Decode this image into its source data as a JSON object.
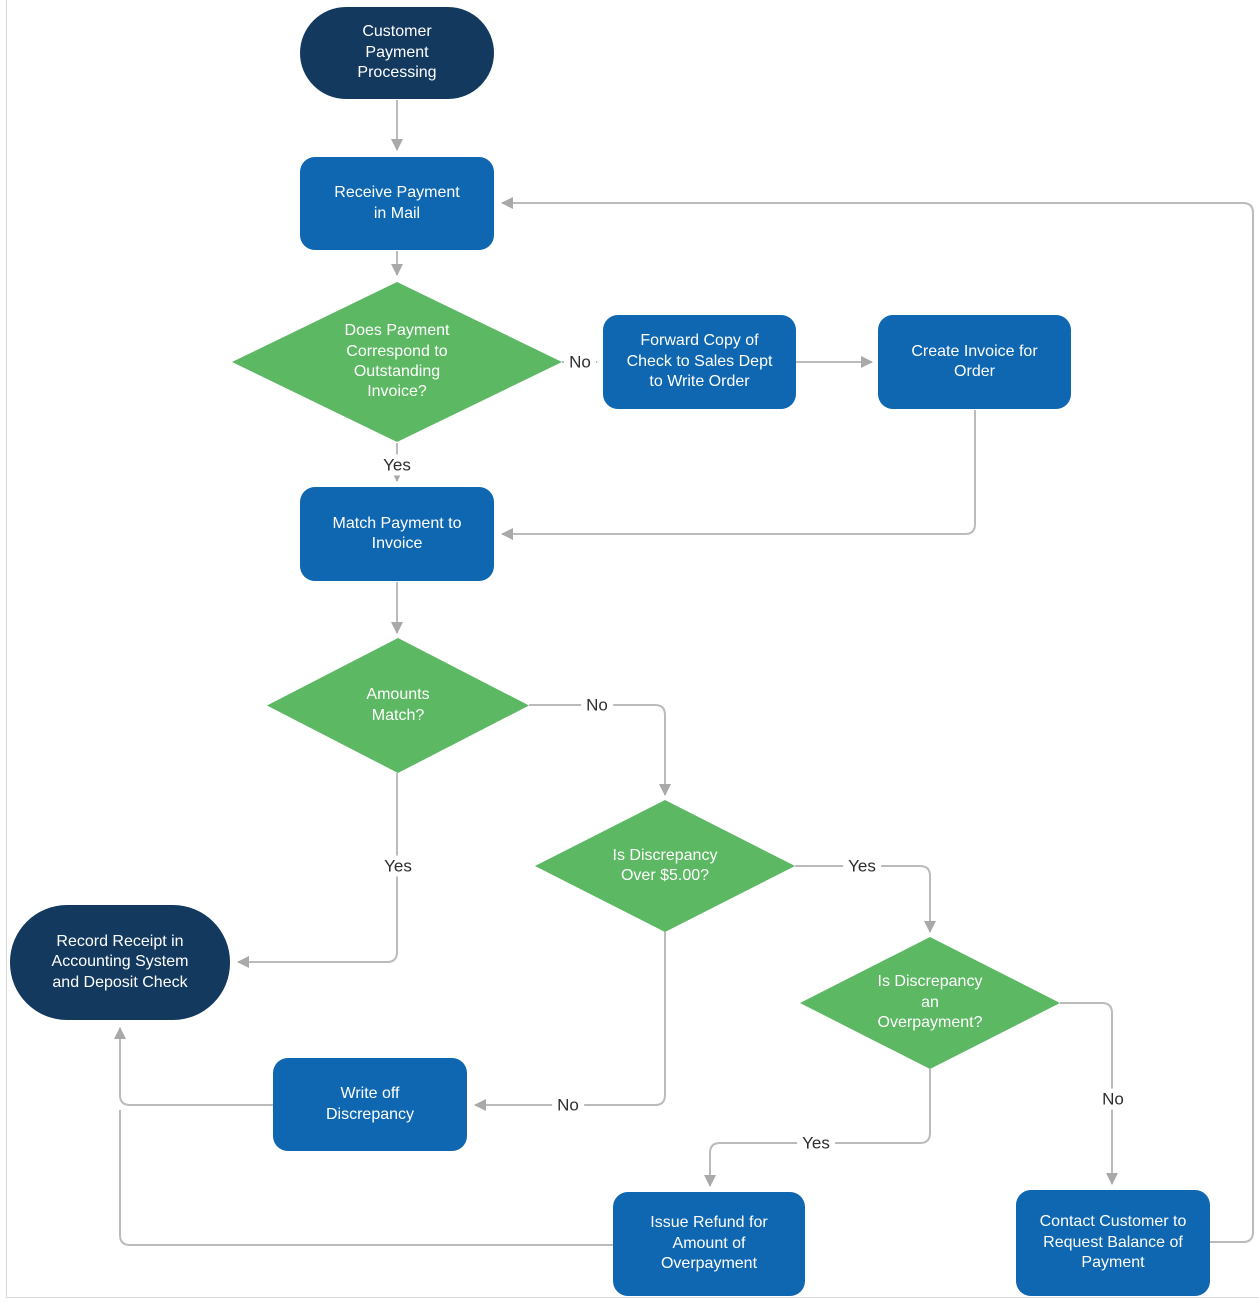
{
  "diagram_title": "Customer Payment Processing",
  "colors": {
    "node_terminator": "#14395F",
    "node_process": "#0E67B0",
    "node_decision": "#5CB863",
    "connector": "#BBBBBB",
    "arrowhead": "#A9A9A9",
    "label_text": "#2E2E2E",
    "node_text": "#FFFFFF"
  },
  "nodes": {
    "start": {
      "type": "terminator",
      "label": "Customer Payment Processing"
    },
    "receive_payment": {
      "type": "process",
      "label": "Receive Payment in Mail"
    },
    "payment_corresponds": {
      "type": "decision",
      "label": "Does Payment Correspond to Outstanding Invoice?"
    },
    "forward_copy": {
      "type": "process",
      "label": "Forward Copy of Check to Sales Dept to Write Order"
    },
    "create_invoice": {
      "type": "process",
      "label": "Create Invoice for Order"
    },
    "match_payment": {
      "type": "process",
      "label": "Match Payment to Invoice"
    },
    "amounts_match": {
      "type": "decision",
      "label": "Amounts Match?"
    },
    "discrepancy_over_5": {
      "type": "decision",
      "label": "Is Discrepancy Over $5.00?"
    },
    "discrepancy_overpayment": {
      "type": "decision",
      "label": "Is Discrepancy an Overpayment?"
    },
    "record_receipt": {
      "type": "terminator",
      "label": "Record Receipt in Accounting System and Deposit Check"
    },
    "write_off": {
      "type": "process",
      "label": "Write off Discrepancy"
    },
    "issue_refund": {
      "type": "process",
      "label": "Issue Refund for Amount of Overpayment"
    },
    "contact_customer": {
      "type": "process",
      "label": "Contact Customer to Request Balance of Payment"
    }
  },
  "edge_labels": {
    "corresponds_no": "No",
    "corresponds_yes": "Yes",
    "amounts_no": "No",
    "amounts_yes": "Yes",
    "over_yes": "Yes",
    "over_no": "No",
    "overpayment_yes": "Yes",
    "overpayment_no": "No"
  }
}
